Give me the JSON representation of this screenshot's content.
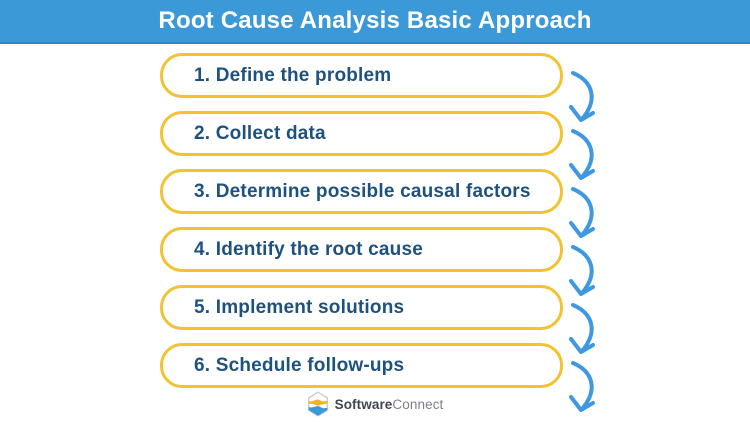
{
  "header": {
    "title": "Root Cause Analysis Basic Approach"
  },
  "steps": [
    "1. Define the problem",
    "2. Collect data",
    "3. Determine possible causal factors",
    "4. Identify the root cause",
    "5. Implement solutions",
    "6. Schedule follow-ups"
  ],
  "footer": {
    "brand_primary": "Software",
    "brand_secondary": "Connect"
  },
  "icons": {
    "flow_arrow": "curved-down-arrow-icon",
    "logo": "hexagon-layers-icon"
  },
  "colors": {
    "header_bg": "#3b99d8",
    "header_text": "#ffffff",
    "box_border": "#f2c231",
    "step_text": "#1e527e",
    "arrow": "#3f99e0",
    "brand_primary_text": "#3f4650",
    "brand_secondary_text": "#7b828a",
    "logo_gold": "#f0b429",
    "logo_blue": "#3b99d8"
  }
}
